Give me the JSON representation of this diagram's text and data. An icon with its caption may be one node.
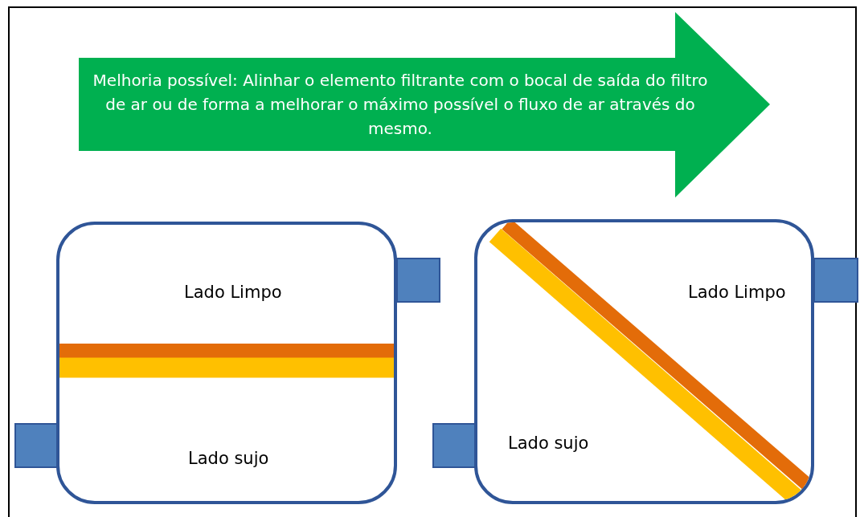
{
  "diagram": {
    "nodes": [
      {
        "text": [
          "Melhoria possível: Alinhar o elemento filtrante com o bocal de saída do filtro de ar ou de forma a melhorar o máximo possível o fluxo de ar através do mesmo."
        ]
      },
      {
        "text": [
          "Lado Limpo",
          "Lado sujo"
        ]
      },
      {
        "text": [
          "Lado Limpo",
          "Lado sujo"
        ]
      }
    ],
    "edges": []
  }
}
